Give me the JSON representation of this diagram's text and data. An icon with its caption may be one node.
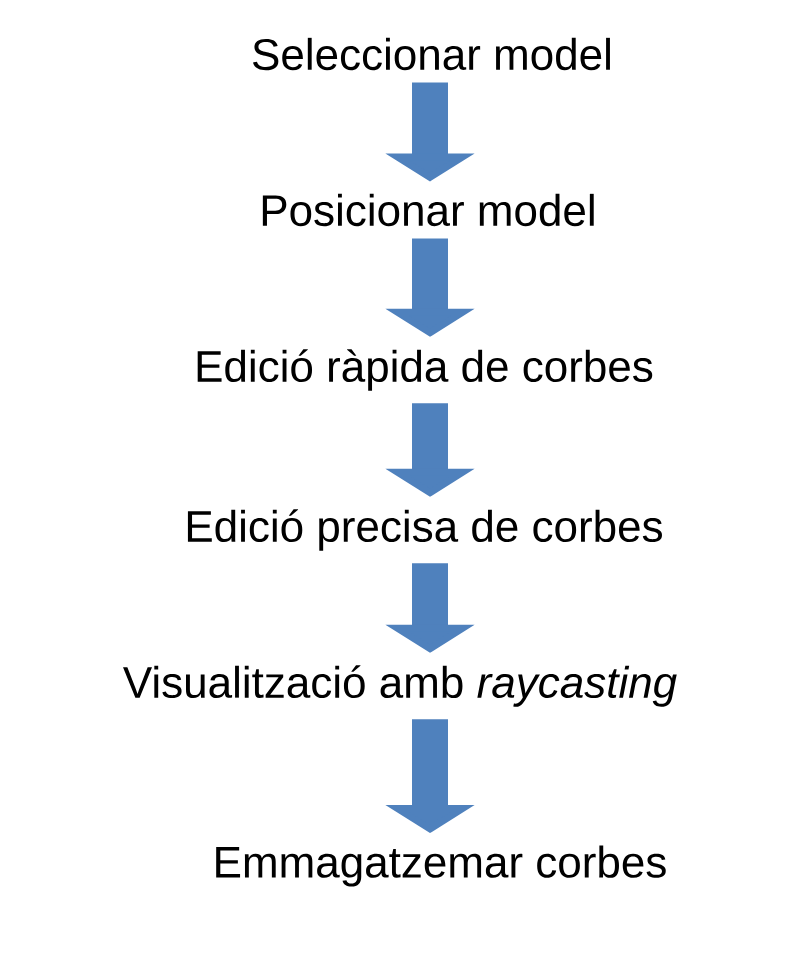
{
  "diagram": {
    "nodes": [
      {
        "text": [
          "Seleccionar model"
        ]
      },
      {
        "text": [
          "Posicionar model"
        ]
      },
      {
        "text": [
          "Edició ràpida de corbes"
        ]
      },
      {
        "text": [
          "Edició precisa de corbes"
        ]
      },
      {
        "text": [
          "Visualització amb *raycasting*"
        ]
      },
      {
        "text": [
          "Emmagatzemar corbes"
        ]
      }
    ],
    "edges": [
      {
        "from": 0,
        "to": 1,
        "arrow": "to"
      },
      {
        "from": 1,
        "to": 2,
        "arrow": "to"
      },
      {
        "from": 2,
        "to": 3,
        "arrow": "to"
      },
      {
        "from": 3,
        "to": 4,
        "arrow": "to"
      },
      {
        "from": 4,
        "to": 5,
        "arrow": "to"
      }
    ]
  }
}
